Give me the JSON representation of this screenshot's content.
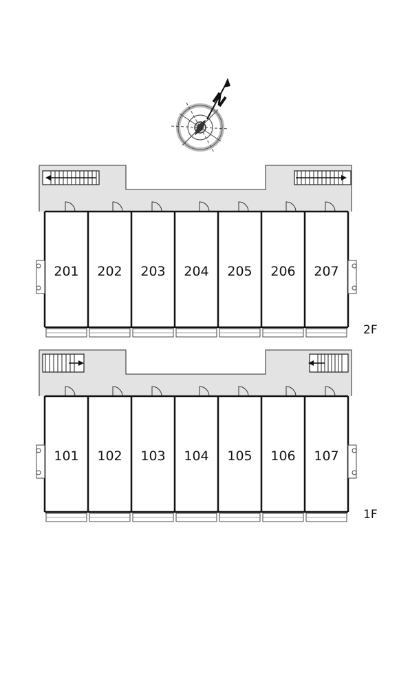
{
  "compass": {
    "label": "N",
    "icon": "north-arrow-compass-icon"
  },
  "floors": [
    {
      "id": "2F",
      "label": "2F",
      "units": [
        "201",
        "202",
        "203",
        "204",
        "205",
        "206",
        "207"
      ]
    },
    {
      "id": "1F",
      "label": "1F",
      "units": [
        "101",
        "102",
        "103",
        "104",
        "105",
        "106",
        "107"
      ]
    }
  ],
  "colors": {
    "corridor": "#e3e3e3",
    "wall": "#111111",
    "line": "#555555",
    "background": "#ffffff"
  }
}
